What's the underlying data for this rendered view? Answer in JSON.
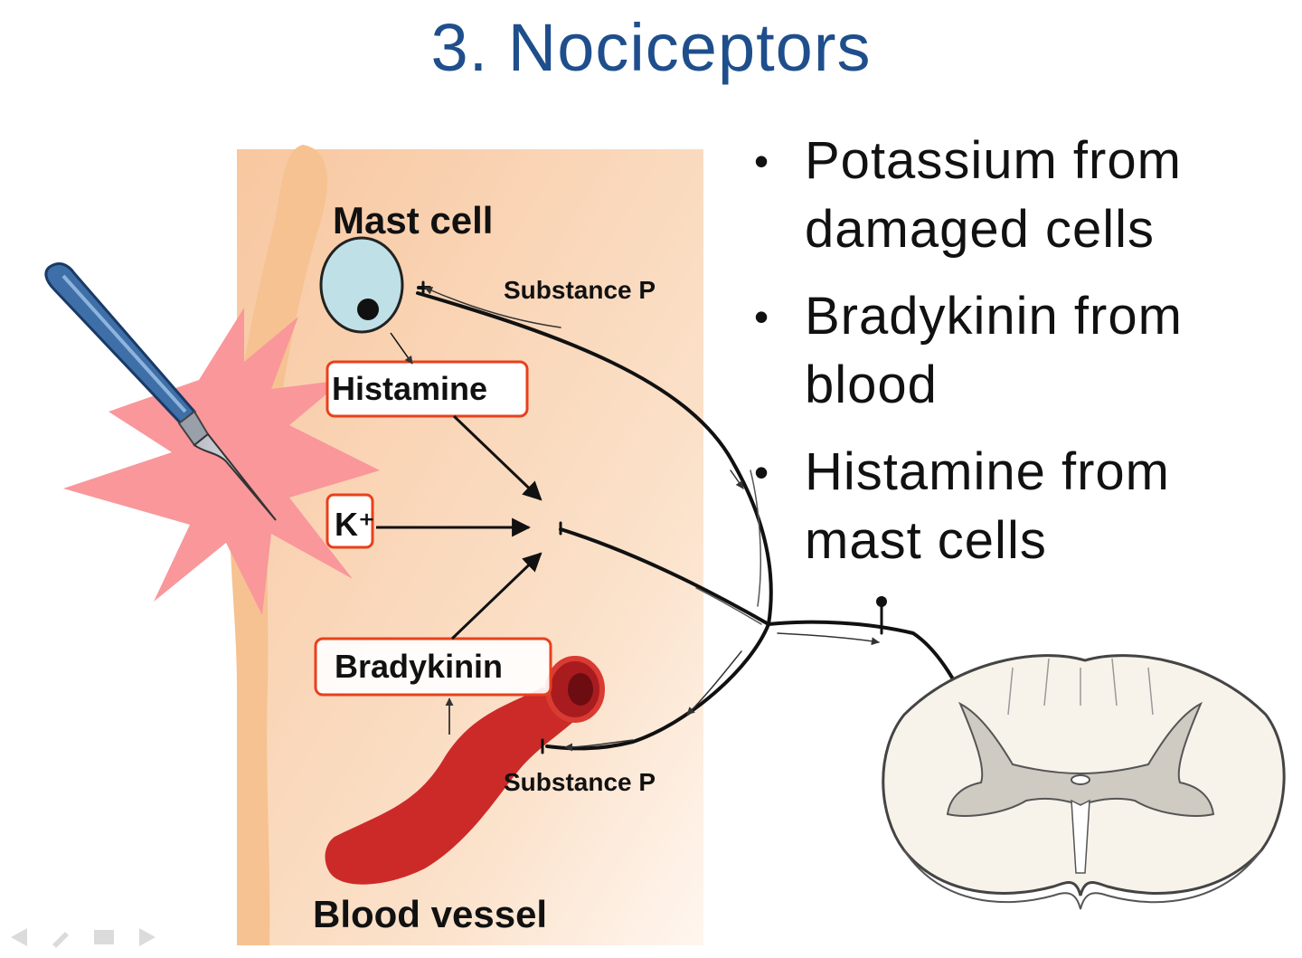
{
  "slide": {
    "title": "3. Nociceptors"
  },
  "diagram": {
    "labels": {
      "mast_cell": "Mast cell",
      "histamine": "Histamine",
      "potassium": "K⁺",
      "bradykinin": "Bradykinin",
      "substance_p_top": "Substance P",
      "substance_p_bottom": "Substance P",
      "blood_vessel": "Blood vessel"
    },
    "colors": {
      "title": "#1f4e8c",
      "tissue": "#f8c9a0",
      "skin_layer": "#f6c291",
      "wound_burst": "#f9979b",
      "mast_cell": "#bfe0e6",
      "label_box_border": "#e8401c",
      "blood_vessel": "#cc2a28",
      "spinal_cord_white": "#f7f3ea",
      "spinal_cord_grey": "#cfcbc3"
    },
    "icons": {
      "scalpel": "scalpel-icon",
      "wound": "wound-burst-icon",
      "spinal_cord": "spinal-cord-icon"
    }
  },
  "bullets": [
    "Potassium from damaged cells",
    "Bradykinin from blood",
    "Histamine from mast cells"
  ]
}
